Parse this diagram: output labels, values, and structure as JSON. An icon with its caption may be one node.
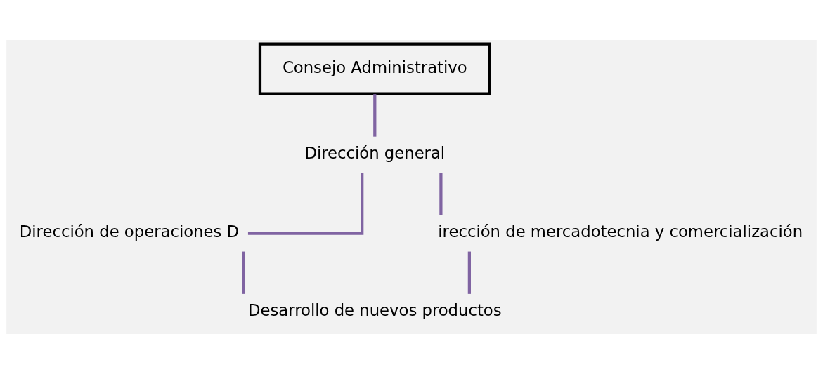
{
  "diagram": {
    "nodes": [
      {
        "text": [
          "Consejo Administrativo"
        ]
      },
      {
        "text": [
          "Dirección general"
        ]
      },
      {
        "text": [
          "Dirección de operaciones D"
        ]
      },
      {
        "text": [
          "irección de mercadotecnia y comercialización"
        ]
      },
      {
        "text": [
          "Desarrollo de nuevos productos"
        ]
      }
    ],
    "edges": [
      {
        "from": 0,
        "to": 1,
        "arrow": "none"
      },
      {
        "from": 1,
        "to": 2,
        "arrow": "none"
      },
      {
        "from": 1,
        "to": 3,
        "arrow": "none"
      },
      {
        "from": 2,
        "to": 4,
        "arrow": "none"
      },
      {
        "from": 3,
        "to": 4,
        "arrow": "none"
      }
    ]
  }
}
